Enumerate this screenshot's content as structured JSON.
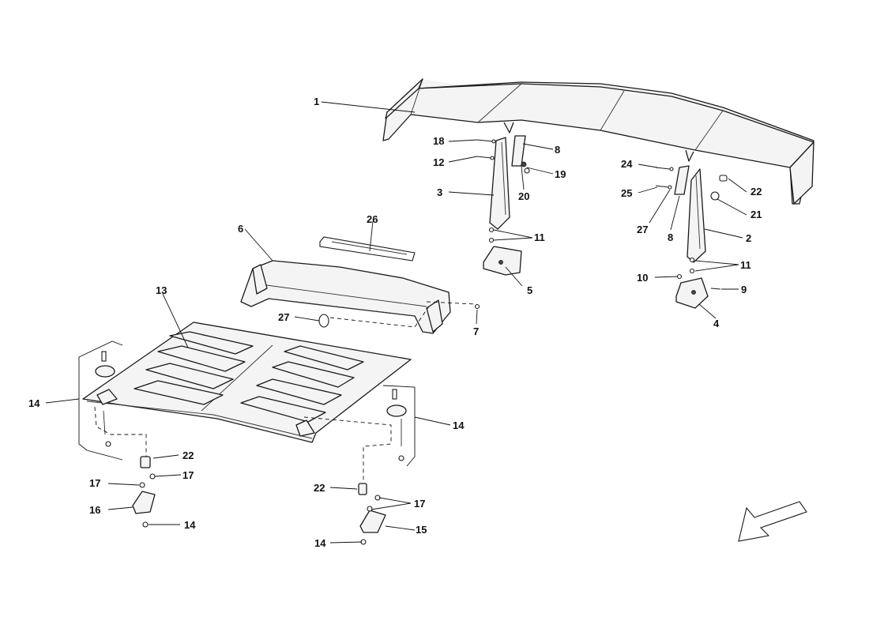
{
  "callouts": [
    "1",
    "2",
    "3",
    "4",
    "5",
    "6",
    "7",
    "8",
    "9",
    "10",
    "11",
    "12",
    "13",
    "14",
    "15",
    "16",
    "17",
    "18",
    "19",
    "20",
    "21",
    "22",
    "24",
    "25",
    "26",
    "27"
  ]
}
